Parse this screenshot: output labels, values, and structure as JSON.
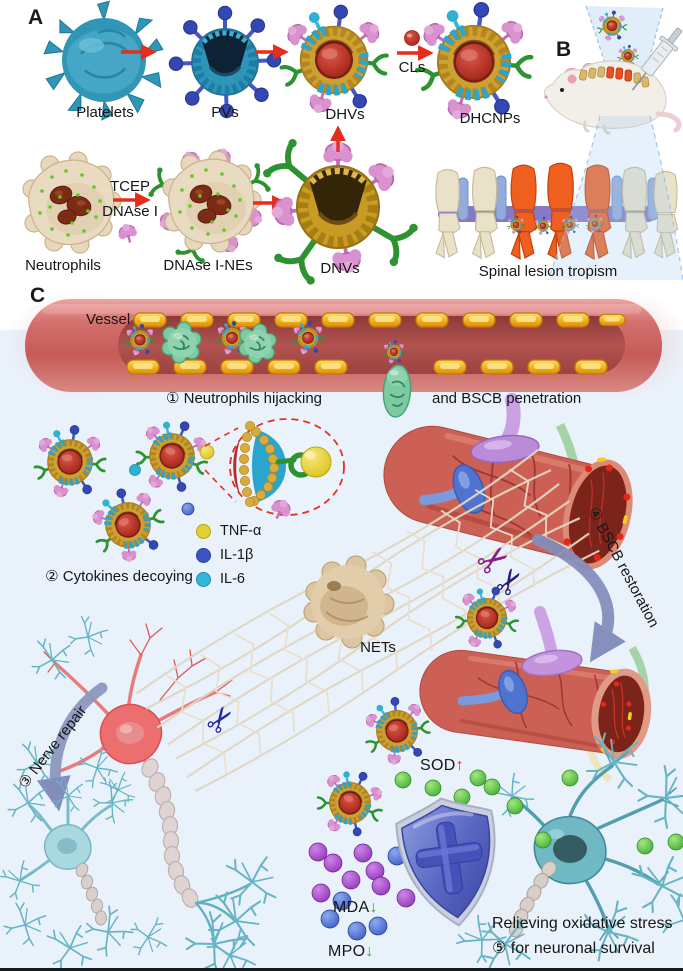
{
  "panel_a": {
    "label": "A",
    "platelets": "Platelets",
    "pvs": "PVs",
    "dhvs": "DHVs",
    "dhcnps": "DHCNPs",
    "cls_label": "CLs",
    "neutrophils": "Neutrophils",
    "reagent_top": "TCEP",
    "reagent_bottom": "DNAse I",
    "dnase_nes": "DNAse I-NEs",
    "dnvs": "DNVs"
  },
  "panel_b": {
    "label": "B",
    "caption": "Spinal lesion tropism"
  },
  "panel_c": {
    "label": "C",
    "vessel_label": "Vessel",
    "step1_left": "① Neutrophils hijacking",
    "step1_right": "and BSCB penetration",
    "step2": "② Cytokines decoying",
    "legend": [
      {
        "name": "TNF-α",
        "color": "#e3cf35"
      },
      {
        "name": "IL-1β",
        "color": "#3a55c2"
      },
      {
        "name": "IL-6",
        "color": "#30b7da"
      }
    ],
    "nets_label": "NETs",
    "step3": "③ Nerve repair",
    "step4": "④ BSCB restoration",
    "markers": {
      "sod": {
        "label": "SOD",
        "arrow": "↑"
      },
      "mda": {
        "label": "MDA",
        "arrow": "↓"
      },
      "mpo": {
        "label": "MPO",
        "arrow": "↓"
      }
    },
    "step5_line1": "Relieving oxidative stress",
    "step5_line2": "⑤ for neuronal survival"
  },
  "colors": {
    "panel_c_bg": "#e9f2fb",
    "arrow_red": "#e62c1a",
    "vessel_red": "#cf6560",
    "junction_yellow": "#f2b21e",
    "membrane_gold": "#cda032",
    "membrane_cyan": "#2aa5cd",
    "core_red": "#b43226",
    "neutrophil_green": "#7cc9a2",
    "sod_arrow": "#e02818",
    "down_arrow": "#2fae2f",
    "shield_blue": "#5a68c4"
  }
}
